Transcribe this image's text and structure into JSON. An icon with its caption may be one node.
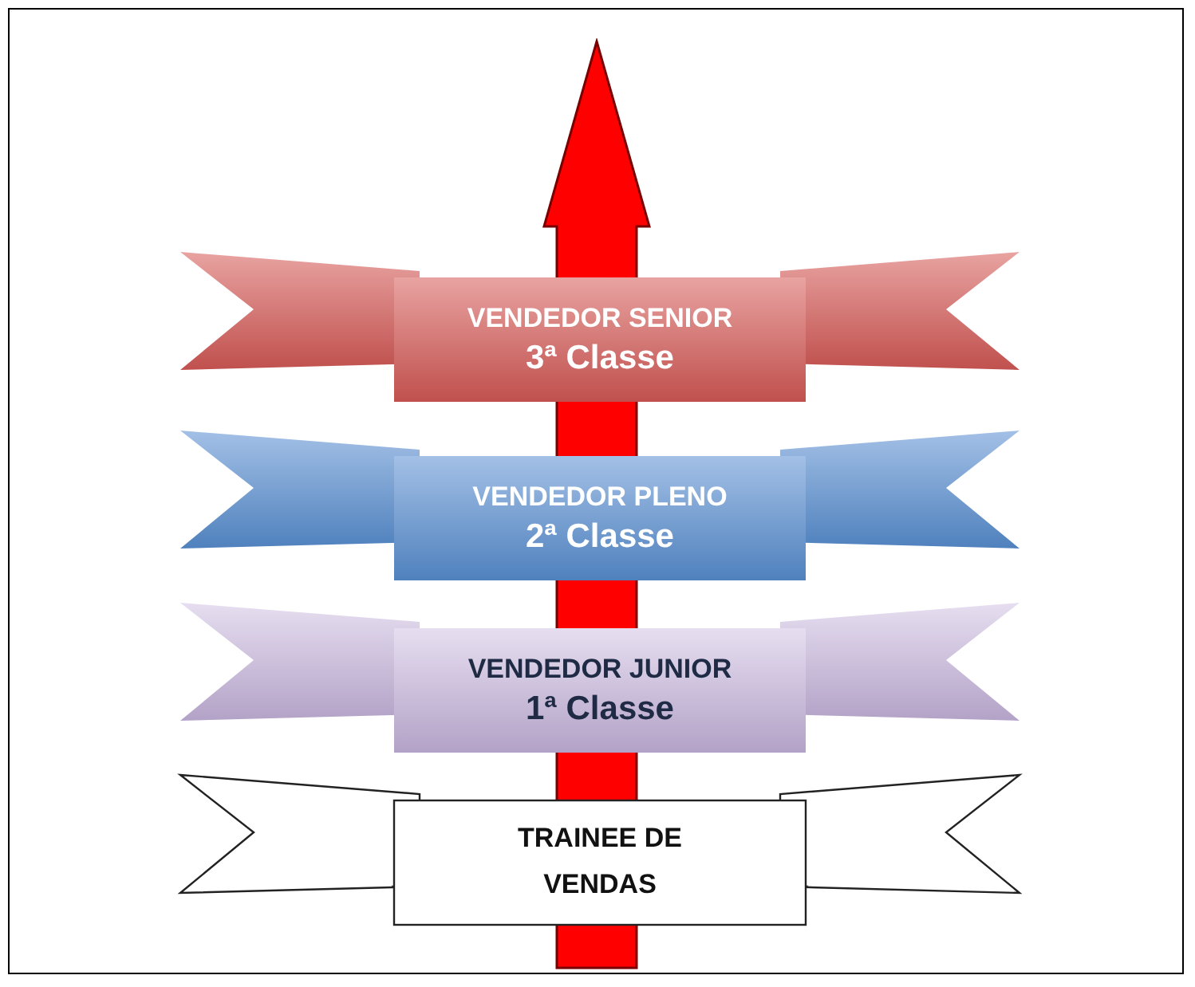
{
  "diagram": {
    "nodes": [
      {
        "text": [
          "VENDEDOR SENIOR",
          "3ª Classe"
        ]
      },
      {
        "text": [
          "VENDEDOR PLENO",
          "2ª Classe"
        ]
      },
      {
        "text": [
          "VENDEDOR JUNIOR",
          "1ª Classe"
        ]
      },
      {
        "text": [
          "TRAINEE DE VENDAS"
        ]
      }
    ]
  }
}
